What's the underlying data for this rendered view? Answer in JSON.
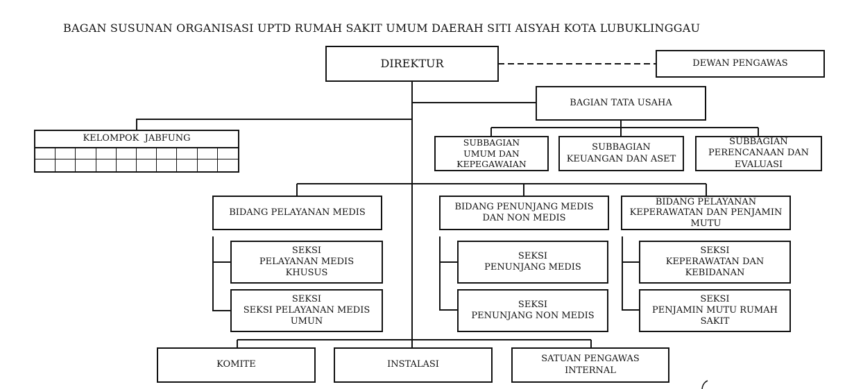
{
  "title": "BAGAN SUSUNAN ORGANISASI UPTD RUMAH SAKIT UMUM DAERAH SITI AISYAH KOTA LUBUKLINGGAU",
  "direktur": [
    "DIREKTUR"
  ],
  "dewan_pengawas": [
    "DEWAN PENGAWAS"
  ],
  "bagian_tata_usaha": [
    "BAGIAN TATA USAHA"
  ],
  "kelompok_jabfung": [
    "KELOMPOK  JABFUNG"
  ],
  "subbagian": [
    [
      "SUBBAGIAN",
      "UMUM DAN",
      "KEPEGAWAIAN"
    ],
    [
      "SUBBAGIAN",
      "KEUANGAN DAN ASET"
    ],
    [
      "SUBBAGIAN",
      "PERENCANAAN DAN",
      "EVALUASI"
    ]
  ],
  "bidang": [
    [
      "BIDANG PELAYANAN MEDIS"
    ],
    [
      "BIDANG PENUNJANG MEDIS",
      "DAN NON MEDIS"
    ],
    [
      "BIDANG PELAYANAN",
      "KEPERAWATAN DAN PENJAMIN",
      "MUTU"
    ]
  ],
  "seksi": [
    [
      [
        "SEKSI",
        "PELAYANAN MEDIS",
        "KHUSUS"
      ],
      [
        "SEKSI",
        "SEKSI PELAYANAN MEDIS",
        "UMUN"
      ]
    ],
    [
      [
        "SEKSI",
        "PENUNJANG MEDIS"
      ],
      [
        "SEKSI",
        "PENUNJANG NON MEDIS"
      ]
    ],
    [
      [
        "SEKSI",
        "KEPERAWATAN DAN",
        "KEBIDANAN"
      ],
      [
        "SEKSI",
        "PENJAMIN MUTU RUMAH",
        "SAKIT"
      ]
    ]
  ],
  "bottom": [
    [
      "KOMITE"
    ],
    [
      "INSTALASI"
    ],
    [
      "SATUAN PENGAWAS",
      "INTERNAL"
    ]
  ]
}
